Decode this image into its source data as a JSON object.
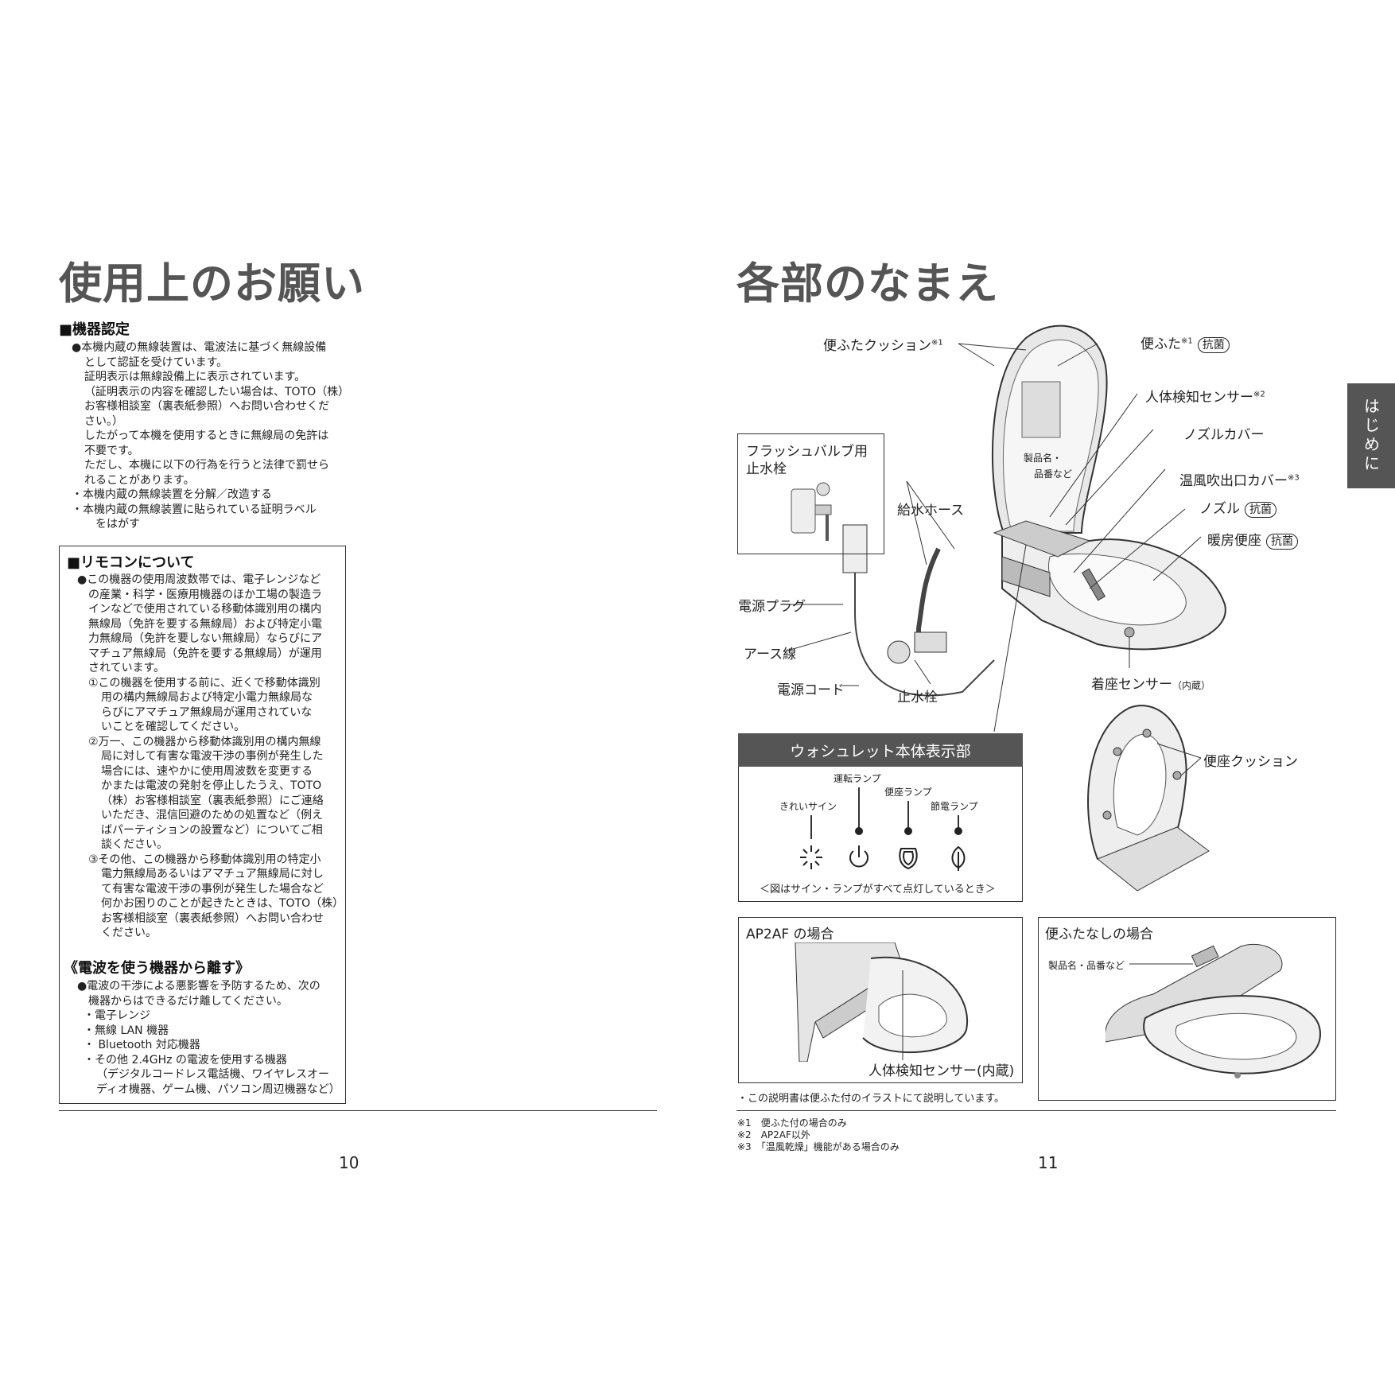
{
  "left": {
    "title": "使用上のお願い",
    "sec1": {
      "heading": "■機器認定",
      "lines": [
        "●本機内蔵の無線装置は、電波法に基づく無線設備",
        "として認証を受けています。",
        "証明表示は無線設備上に表示されています。",
        "（証明表示の内容を確認したい場合は、TOTO（株）",
        "お客様相談室（裏表紙参照）へお問い合わせくだ",
        "さい。）",
        "したがって本機を使用するときに無線局の免許は",
        "不要です。",
        "ただし、本機に以下の行為を行うと法律で罰せら",
        "れることがあります。",
        "・本機内蔵の無線装置を分解／改造する",
        "・本機内蔵の無線装置に貼られている証明ラベル",
        "をはがす"
      ]
    },
    "sec2": {
      "heading": "■リモコンについて",
      "lines": [
        "●この機器の使用周波数帯では、電子レンジなど",
        "の産業・科学・医療用機器のほか工場の製造ラ",
        "インなどで使用されている移動体識別用の構内",
        "無線局（免許を要する無線局）および特定小電",
        "力無線局（免許を要しない無線局）ならびにア",
        "マチュア無線局（免許を要する無線局）が運用",
        "されています。",
        "①この機器を使用する前に、近くで移動体識別",
        "用の構内無線局および特定小電力無線局な",
        "らびにアマチュア無線局が運用されていな",
        "いことを確認してください。",
        "②万一、この機器から移動体識別用の構内無線",
        "局に対して有害な電波干渉の事例が発生した",
        "場合には、速やかに使用周波数を変更する",
        "かまたは電波の発射を停止したうえ、TOTO",
        "（株）お客様相談室（裏表紙参照）にご連絡",
        "いただき、混信回避のための処置など（例え",
        "ばパーティションの設置など）についてご相",
        "談ください。",
        "③その他、この機器から移動体識別用の特定小",
        "電力無線局あるいはアマチュア無線局に対し",
        "て有害な電波干渉の事例が発生した場合など",
        "何かお困りのことが起きたときは、TOTO（株）",
        "お客様相談室（裏表紙参照）へお問い合わせ",
        "ください。"
      ],
      "subheading": "《電波を使う機器から離す》",
      "sublines": [
        "●電波の干渉による悪影響を予防するため、次の",
        "機器からはできるだけ離してください。",
        "・電子レンジ",
        "・無線 LAN 機器",
        "・ Bluetooth 対応機器",
        "・その他 2.4GHz の電波を使用する機器",
        "（デジタルコードレス電話機、ワイヤレスオー",
        "ディオ機器、ゲーム機、パソコン周辺機器など）"
      ]
    },
    "page_number": "10"
  },
  "right": {
    "title": "各部のなまえ",
    "side_tab": "はじめに",
    "labels": {
      "lid_cushion": "便ふたクッション",
      "lid_cushion_sup": "※1",
      "lid": "便ふた",
      "lid_sup": "※1",
      "antibacterial": "抗菌",
      "body_sensor": "人体検知センサー",
      "body_sensor_sup": "※2",
      "nozzle_cover": "ノズルカバー",
      "warm_air_cover": "温風吹出口カバー",
      "warm_air_sup": "※3",
      "nozzle": "ノズル",
      "heated_seat": "暖房便座",
      "flush_valve": "フラッシュバルブ用",
      "flush_valve2": "止水栓",
      "supply_hose": "給水ホース",
      "product_name1": "製品名・",
      "product_name2": "品番など",
      "power_plug": "電源プラグ",
      "earth_wire": "アース線",
      "power_cord": "電源コード",
      "stop_valve": "止水栓",
      "seat_sensor": "着座センサー",
      "seat_sensor_note": "（内蔵）",
      "seat_cushion": "便座クッション"
    },
    "display_panel": {
      "header": "ウォシュレット本体表示部",
      "run_lamp": "運転ランプ",
      "seat_lamp": "便座ランプ",
      "clean_sign": "きれいサイン",
      "eco_lamp": "節電ランプ",
      "caption": "＜図はサイン・ランプがすべて点灯しているとき＞"
    },
    "ap2af": {
      "title": "AP2AF の場合",
      "label": "人体検知センサー(内蔵)"
    },
    "nolid": {
      "title": "便ふたなしの場合",
      "label": "製品名・品番など"
    },
    "note": "・この説明書は便ふた付のイラストにて説明しています。",
    "footnotes": [
      "※1　便ふた付の場合のみ",
      "※2　AP2AF以外",
      "※3　「温風乾燥」機能がある場合のみ"
    ],
    "page_number": "11"
  }
}
